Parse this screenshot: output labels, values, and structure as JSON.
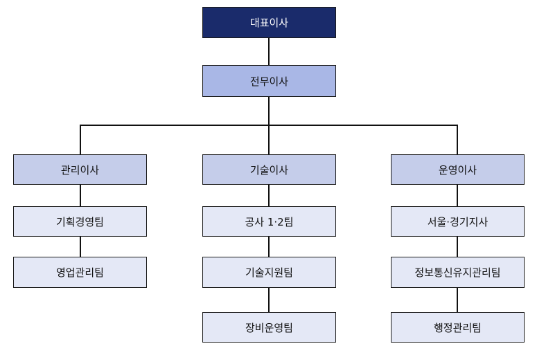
{
  "org_chart": {
    "ceo": "대표이사",
    "executive_director": "전무이사",
    "divisions": [
      {
        "director": "관리이사",
        "teams": [
          "기획경영팀",
          "영업관리팀"
        ]
      },
      {
        "director": "기술이사",
        "teams": [
          "공사 1·2팀",
          "기술지원팀",
          "장비운영팀"
        ]
      },
      {
        "director": "운영이사",
        "teams": [
          "서울·경기지사",
          "정보통신유지관리팀",
          "행정관리팀"
        ]
      }
    ]
  },
  "colors": {
    "ceo_fill": "#1a2b6b",
    "executive_fill": "#a9b7e6",
    "director_fill": "#c5cdea",
    "team_fill": "#e4e8f6",
    "line": "#111111"
  }
}
